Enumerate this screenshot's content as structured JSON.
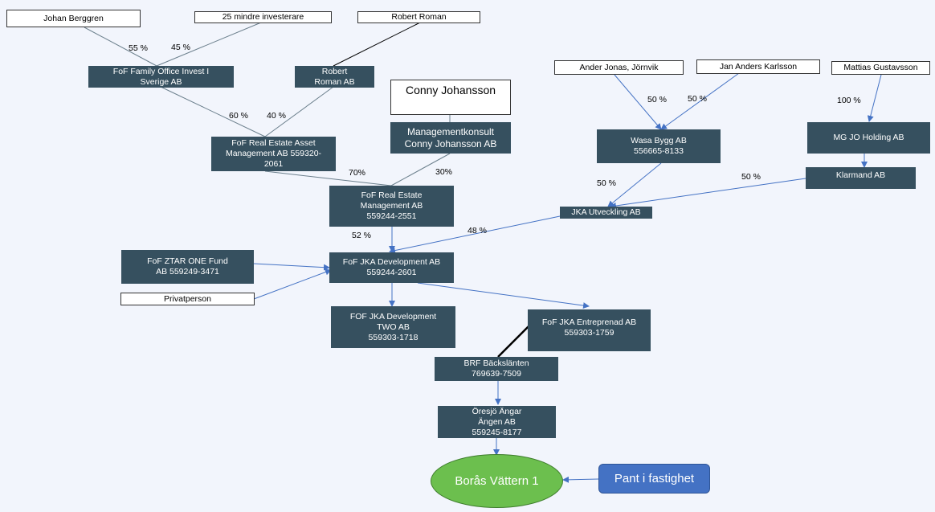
{
  "owners": {
    "johan": "Johan Berggren",
    "investors": "25 mindre investerare",
    "robert_roman": "Robert Roman",
    "ander": "Ander Jonas, Jörnvik",
    "jan": "Jan Anders Karlsson",
    "mattias": "Mattias Gustavsson",
    "conny": "Conny Johansson",
    "privat": "Privatperson"
  },
  "companies": {
    "fof_family": [
      "FoF Family Office Invest I",
      "Sverige AB"
    ],
    "robert_ab": [
      "Robert",
      "Roman AB"
    ],
    "fof_asset": [
      "FoF Real Estate Asset",
      "Management AB  559320-",
      "2061"
    ],
    "mgmt_konsult": [
      "Managementkonsult",
      "Conny Johansson AB"
    ],
    "wasa": [
      "Wasa Bygg AB",
      "556665-8133"
    ],
    "mg_jo": [
      "MG JO Holding AB"
    ],
    "klarmand": [
      "Klarmand AB"
    ],
    "fof_rem": [
      "FoF Real Estate",
      "Management AB",
      "559244-2551"
    ],
    "jka_utv": [
      "JKA Utveckling AB"
    ],
    "fof_ztar": [
      "FoF ZTAR ONE Fund",
      "AB  559249-3471"
    ],
    "fof_jka_dev": [
      "FoF JKA Development  AB",
      "559244-2601"
    ],
    "fof_jka_two": [
      "FOF JKA Development",
      "TWO AB",
      "559303-1718"
    ],
    "fof_jka_entr": [
      "FoF JKA Entreprenad  AB",
      "559303-1759"
    ],
    "brf": [
      "BRF Bäckslänten",
      "769639-7509"
    ],
    "oresjo": [
      "Öresjö Ängar",
      "Ängen AB",
      "559245-8177"
    ]
  },
  "percentages": {
    "p55": "55 %",
    "p45": "45 %",
    "p60": "60 %",
    "p40": "40 %",
    "p70": "70%",
    "p30": "30%",
    "p52": "52 %",
    "p48": "48 %",
    "p50a": "50 %",
    "p50b": "50 %",
    "p50c": "50 %",
    "p50d": "50 %",
    "p100": "100 %"
  },
  "property": "Borås  Vättern 1",
  "pledge": "Pant i fastighet",
  "colors": {
    "box": "#36505f",
    "arrow": "#4472c4",
    "ellipse": "#6cbf4e",
    "pledge": "#4472c4"
  }
}
